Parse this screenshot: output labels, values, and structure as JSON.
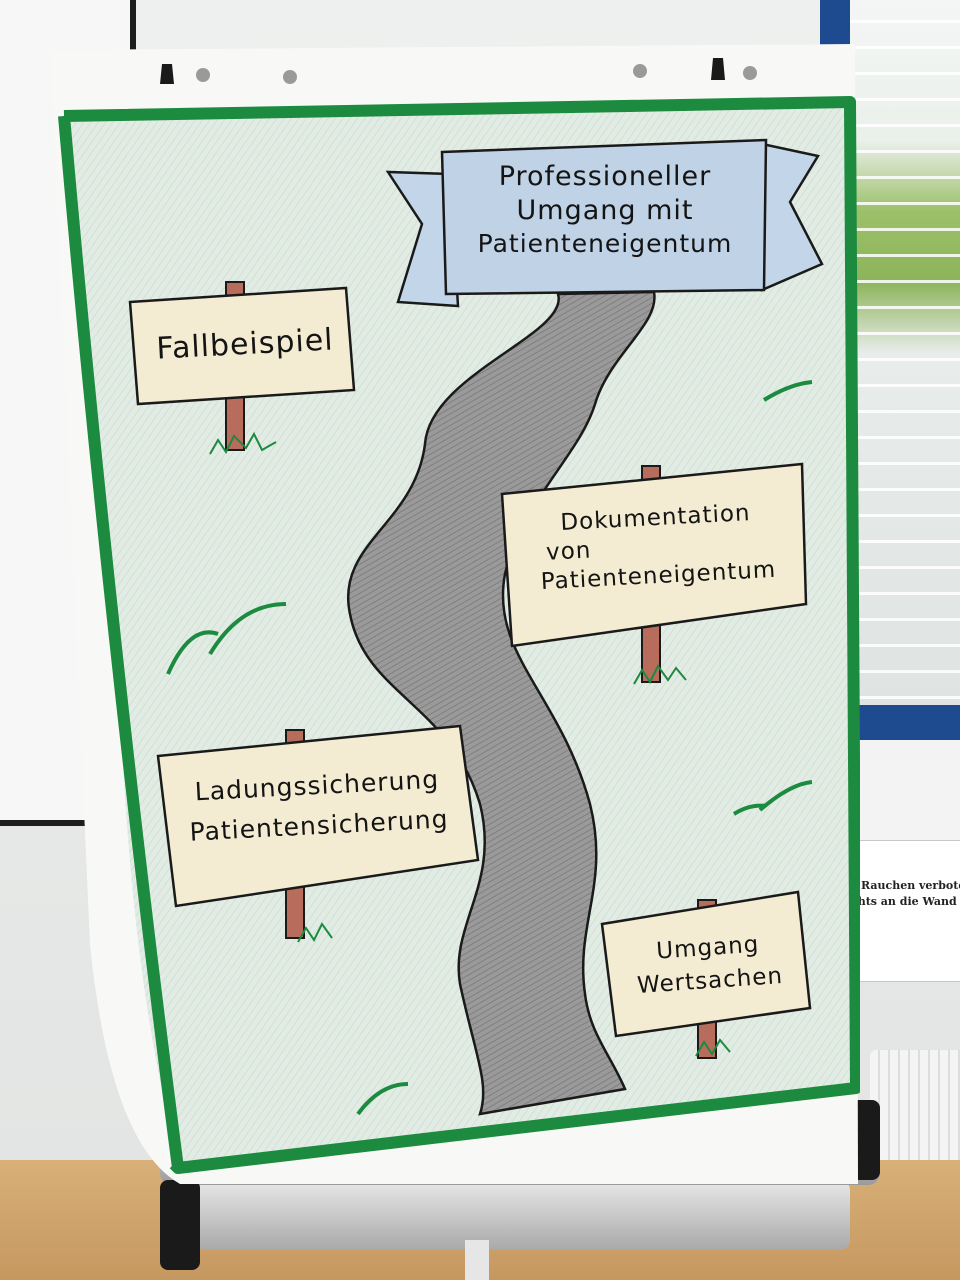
{
  "banner": {
    "line1": "Professioneller",
    "line2": "Umgang mit",
    "line3": "Patienteneigentum"
  },
  "signs": {
    "fallbeispiel": "Fallbeispiel",
    "dokumentation": {
      "line1": "Dokumentation",
      "line2": "von",
      "line3": "Patienteneigentum"
    },
    "ladung": {
      "line1": "Ladungssicherung",
      "line2": "Patientensicherung"
    },
    "umgang": {
      "line1": "Umgang",
      "line2": "Wertsachen"
    }
  },
  "room": {
    "wall_sign": {
      "line1": "Rauchen verboten",
      "line2": "chts an die Wand leh"
    }
  },
  "colors": {
    "paper": "#f7f8f6",
    "meadow": "#dfeae3",
    "border_green": "#1c8a3f",
    "road": "#8e8e8e",
    "banner_blue": "#bfd2e6",
    "sign_board": "#f3ecd2",
    "post_brown": "#b86d5c"
  }
}
